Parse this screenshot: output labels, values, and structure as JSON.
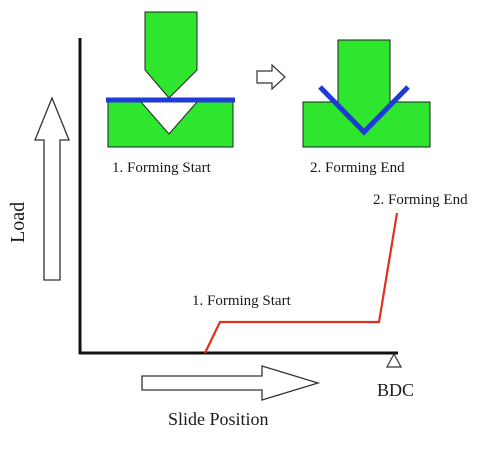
{
  "labels": {
    "forming_start_caption": "1. Forming Start",
    "forming_end_caption": "2. Forming End",
    "curve_start_label": "1. Forming Start",
    "curve_end_label": "2. Forming End",
    "y_axis_label": "Load",
    "x_axis_label": "Slide Position",
    "bdc_label": "BDC"
  },
  "colors": {
    "die_green": "#2ee62e",
    "sheet_blue": "#1f3ad6",
    "curve_red": "#e0301e",
    "axis": "#111111",
    "outline": "#333333"
  }
}
